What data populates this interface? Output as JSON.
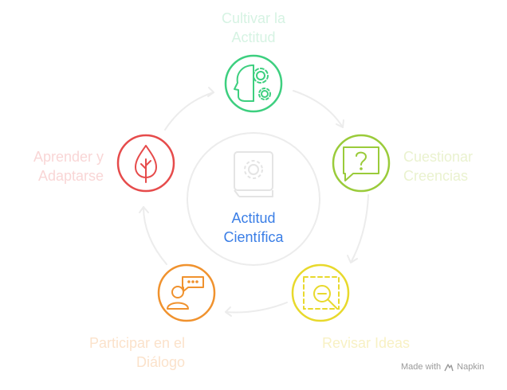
{
  "center": {
    "title_line1": "Actitud",
    "title_line2": "Científica",
    "icon": "book-gear-icon",
    "color": "#3a7ee6"
  },
  "steps": [
    {
      "line1": "Cultivar la",
      "line2": "Actitud",
      "icon": "head-gear-icon",
      "color": "#3dcf7f"
    },
    {
      "line1": "Cuestionar",
      "line2": "Creencias",
      "icon": "question-bubble-icon",
      "color": "#9acb3a"
    },
    {
      "line1": "Revisar Ideas",
      "line2": "",
      "icon": "magnify-icon",
      "color": "#e8d92c"
    },
    {
      "line1": "Participar en el",
      "line2": "Diálogo",
      "icon": "speaking-person-icon",
      "color": "#f0922e"
    },
    {
      "line1": "Aprender y",
      "line2": "Adaptarse",
      "icon": "tree-icon",
      "color": "#e64b4b"
    }
  ],
  "watermark": {
    "text": "Made with",
    "brand": "Napkin"
  }
}
